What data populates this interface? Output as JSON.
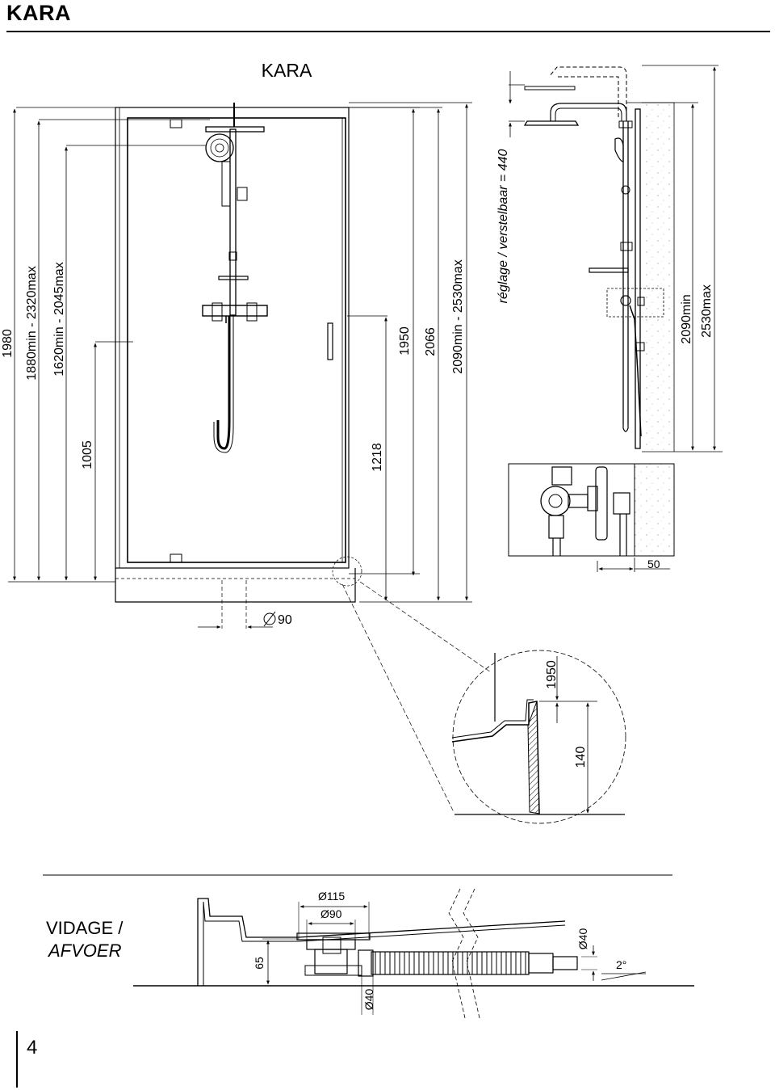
{
  "header": {
    "title": "KARA"
  },
  "drawing": {
    "title": "KARA",
    "front_dims": {
      "total": "1980",
      "range1": "1880min - 2320max",
      "range2": "1620min - 2045max",
      "handle": "1005",
      "door_height": "1218",
      "frame": "1950",
      "bar": "2066",
      "overall": "2090min - 2530max"
    },
    "drain_diameter": "90",
    "side_dims": {
      "adjust": "réglage / verstelbaar = 440",
      "min": "2090min",
      "max": "2530max",
      "wall_offset": "50"
    },
    "detail_dims": {
      "top": "1950",
      "base": "140"
    },
    "drain_section": {
      "label_fr": "VIDAGE /",
      "label_nl": "AFVOER",
      "d115": "Ø115",
      "d90": "Ø90",
      "h65": "65",
      "d40_bottom": "Ø40",
      "d40_right": "Ø40",
      "slope": "2°"
    }
  },
  "page": {
    "number": "4"
  }
}
